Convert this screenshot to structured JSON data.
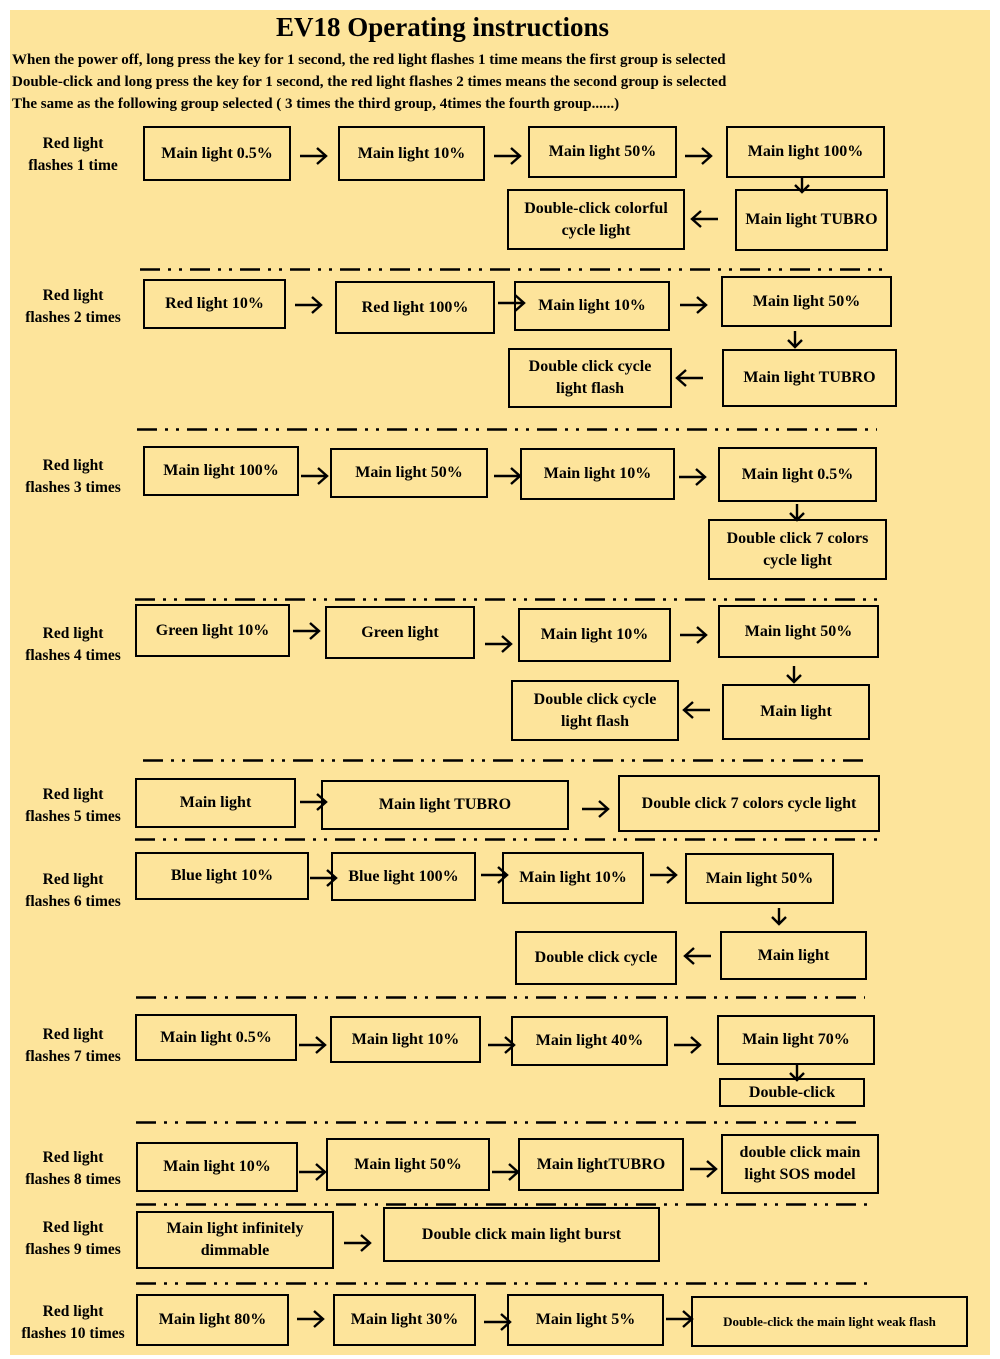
{
  "title": "EV18 Operating instructions",
  "intro": [
    "When the power off, long press the key for 1 second, the red light flashes 1 time means the first group is selected",
    "Double-click and long press the key for 1 second, the red light flashes 2 times means the second group is selected",
    "The same as the following group selected ( 3 times the third group, 4times the fourth group......)"
  ],
  "groups": [
    {
      "label": [
        "Red light",
        "flashes 1 time"
      ],
      "boxes": [
        "Main light 0.5%",
        "Main light 10%",
        "Main light 50%",
        "Main light 100%",
        "Main light TUBRO",
        "Double-click colorful cycle light"
      ]
    },
    {
      "label": [
        "Red light",
        "flashes 2 times"
      ],
      "boxes": [
        "Red light  10%",
        "Red light 100%",
        "Main light 10%",
        "Main light 50%",
        "Main light TUBRO",
        "Double click cycle light flash"
      ]
    },
    {
      "label": [
        "Red light",
        "flashes 3 times"
      ],
      "boxes": [
        "Main light 100%",
        "Main light 50%",
        "Main light 10%",
        "Main light 0.5%",
        "Double click 7 colors cycle light"
      ]
    },
    {
      "label": [
        "Red light",
        "flashes 4 times"
      ],
      "boxes": [
        "Green light 10%",
        "Green light",
        "Main light 10%",
        "Main light 50%",
        "Main light",
        "Double click cycle light flash"
      ]
    },
    {
      "label": [
        "Red light",
        "flashes 5 times"
      ],
      "boxes": [
        "Main light",
        "Main light TUBRO",
        "Double click 7 colors cycle light"
      ]
    },
    {
      "label": [
        "Red light",
        "flashes 6 times"
      ],
      "boxes": [
        "Blue light  10%",
        "Blue light 100%",
        "Main light 10%",
        "Main light 50%",
        "Main light",
        "Double click cycle"
      ]
    },
    {
      "label": [
        "Red light",
        "flashes 7 times"
      ],
      "boxes": [
        "Main light 0.5%",
        "Main light 10%",
        "Main light 40%",
        "Main light  70%",
        "Double-click"
      ]
    },
    {
      "label": [
        "Red light",
        "flashes 8 times"
      ],
      "boxes": [
        "Main light 10%",
        "Main light 50%",
        "Main lightTUBRO",
        "double click main light SOS model"
      ]
    },
    {
      "label": [
        "Red light",
        "flashes 9 times"
      ],
      "boxes": [
        "Main light infinitely dimmable",
        "Double click main light burst"
      ]
    },
    {
      "label": [
        "Red light",
        "flashes 10 times"
      ],
      "boxes": [
        "Main light 80%",
        "Main light 30%",
        "Main light 5%",
        "Double-click the main light weak flash"
      ]
    }
  ]
}
